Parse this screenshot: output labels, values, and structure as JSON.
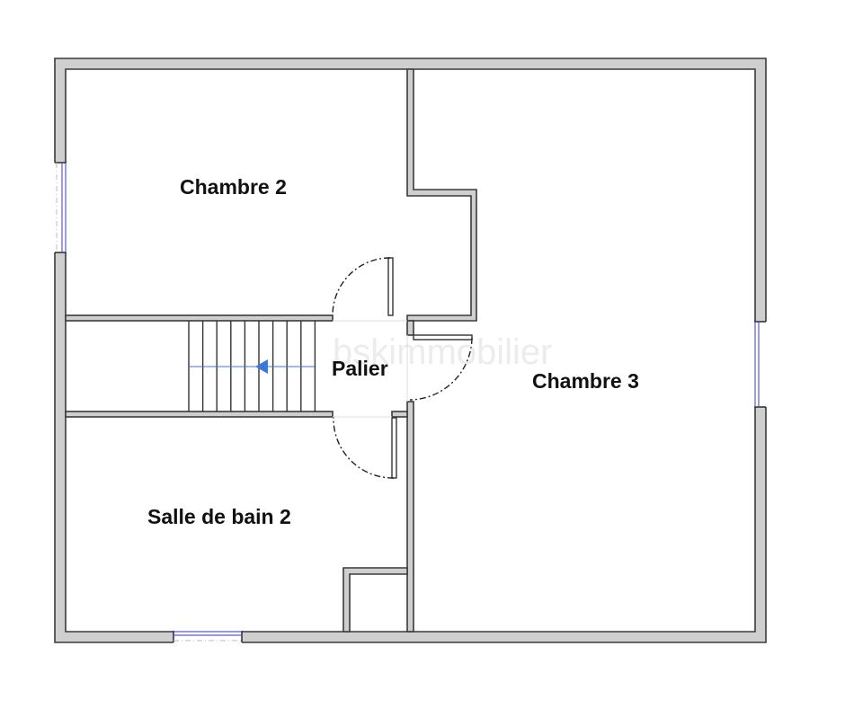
{
  "rooms": {
    "chambre2": "Chambre 2",
    "chambre3": "Chambre 3",
    "palier": "Palier",
    "salle_de_bain2": "Salle de bain 2"
  },
  "watermark": "bskimmobilier",
  "colors": {
    "wall_fill": "#cfcfcf",
    "wall_outline": "#3a3a3a",
    "window": "#5a5ad0",
    "stair_arrow": "#3b78d8"
  }
}
